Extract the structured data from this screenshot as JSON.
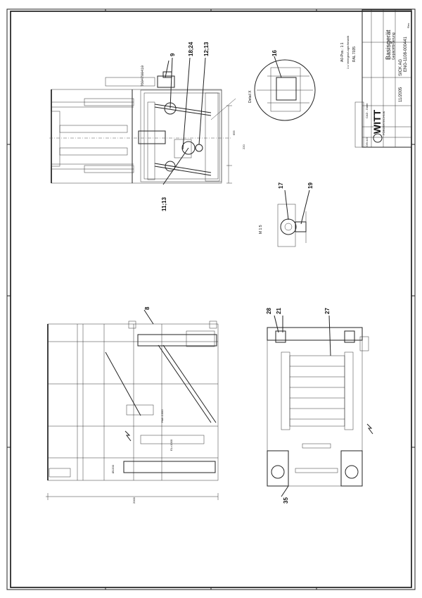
{
  "callouts": {
    "c9": "9",
    "c18_24": "18;24",
    "c12_13": "12;13",
    "c11_13": "11;13",
    "c16": "16",
    "c17": "17",
    "c19": "19",
    "c8": "8",
    "c28": "28",
    "c21": "21",
    "c27": "27",
    "c35": "35"
  },
  "labels": {
    "detail_x": "Detail X",
    "scale_detail": "M 1:5",
    "part_code": "7604700410",
    "dim_655": "655",
    "dim_220": "220",
    "dim_2000": "2000",
    "dim_hub": "Hub=1000",
    "dim_el": "EL=1000",
    "dim_left": "Ø1200"
  },
  "title_block": {
    "format": "A0-Pos.: 1:1",
    "material": "1 x Verlegen/Lager/bestellt",
    "color": "RAL 7035",
    "size_label": "DIN A3",
    "cad_label": "CAD - Datei",
    "company": "WITT",
    "company_sub": "FÖRDERTECHNIK",
    "drawing_title": "Basisgerät",
    "drawing_subtitle": "Gepäckförderung",
    "date": "11/2005",
    "drawing_number": "ENG-1108-000441",
    "sheet": "SICK AG",
    "rev_label": "Rev."
  }
}
